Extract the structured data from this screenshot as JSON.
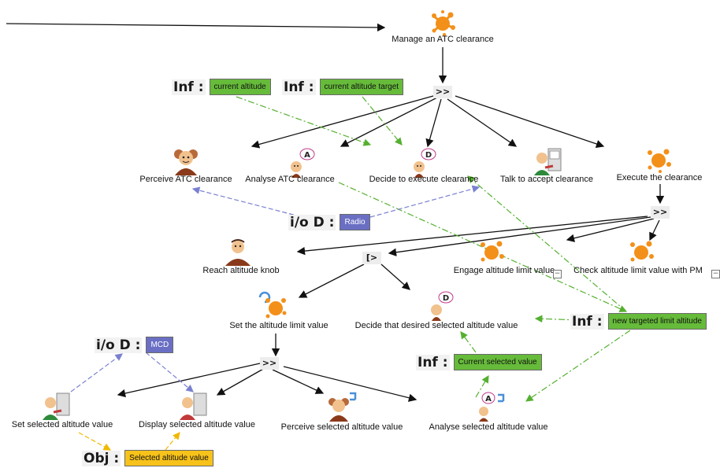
{
  "tasks": {
    "manage": "Manage an ATC clearance",
    "perceive_atc": "Perceive ATC clearance",
    "analyse_atc": "Analyse ATC clearance",
    "decide_execute": "Decide to execute clearance",
    "talk_accept": "Talk to accept clearance",
    "execute_clearance": "Execute the clearance",
    "reach_knob": "Reach altitude knob",
    "engage_limit": "Engage altitude limit value",
    "check_limit": "Check altitude limit value with PM",
    "set_limit": "Set the altitude limit value",
    "decide_selected": "Decide that desired selected altitude value",
    "set_selected": "Set selected altitude value",
    "display_selected": "Display selected altitude value",
    "perceive_selected": "Perceive selected altitude value",
    "analyse_selected": "Analyse selected altitude  value"
  },
  "operators": {
    "enable_1": ">>",
    "enable_2": ">>",
    "disable": "[>",
    "enable_3": ">>"
  },
  "resources": {
    "inf_current_altitude": {
      "key": "Inf :",
      "value": "current altitude"
    },
    "inf_current_altitude_target": {
      "key": "Inf :",
      "value": "current altitude target"
    },
    "iod_radio": {
      "key": "i/o D :",
      "value": "Radio"
    },
    "inf_new_targeted": {
      "key": "Inf :",
      "value": "new targeted limit altitude"
    },
    "inf_current_selected": {
      "key": "Inf :",
      "value": "Current selected value"
    },
    "iod_mcd": {
      "key": "i/o D :",
      "value": "MCD"
    },
    "obj_selected": {
      "key": "Obj :",
      "value": "Selected altitude value"
    }
  },
  "icons": {
    "abstract": "orange-splash-icon",
    "perceptive": "head-with-ears-icon",
    "cognitive": "thinking-head-icon",
    "motor": "arm-person-icon",
    "interactive": "person-at-computer-icon"
  },
  "colors": {
    "information": "#66bb3a",
    "device": "#6a6fc4",
    "object": "#f7c21a",
    "flow_green": "#55b030",
    "flow_blue": "#7a80d0",
    "flow_yellow": "#f0b800"
  }
}
